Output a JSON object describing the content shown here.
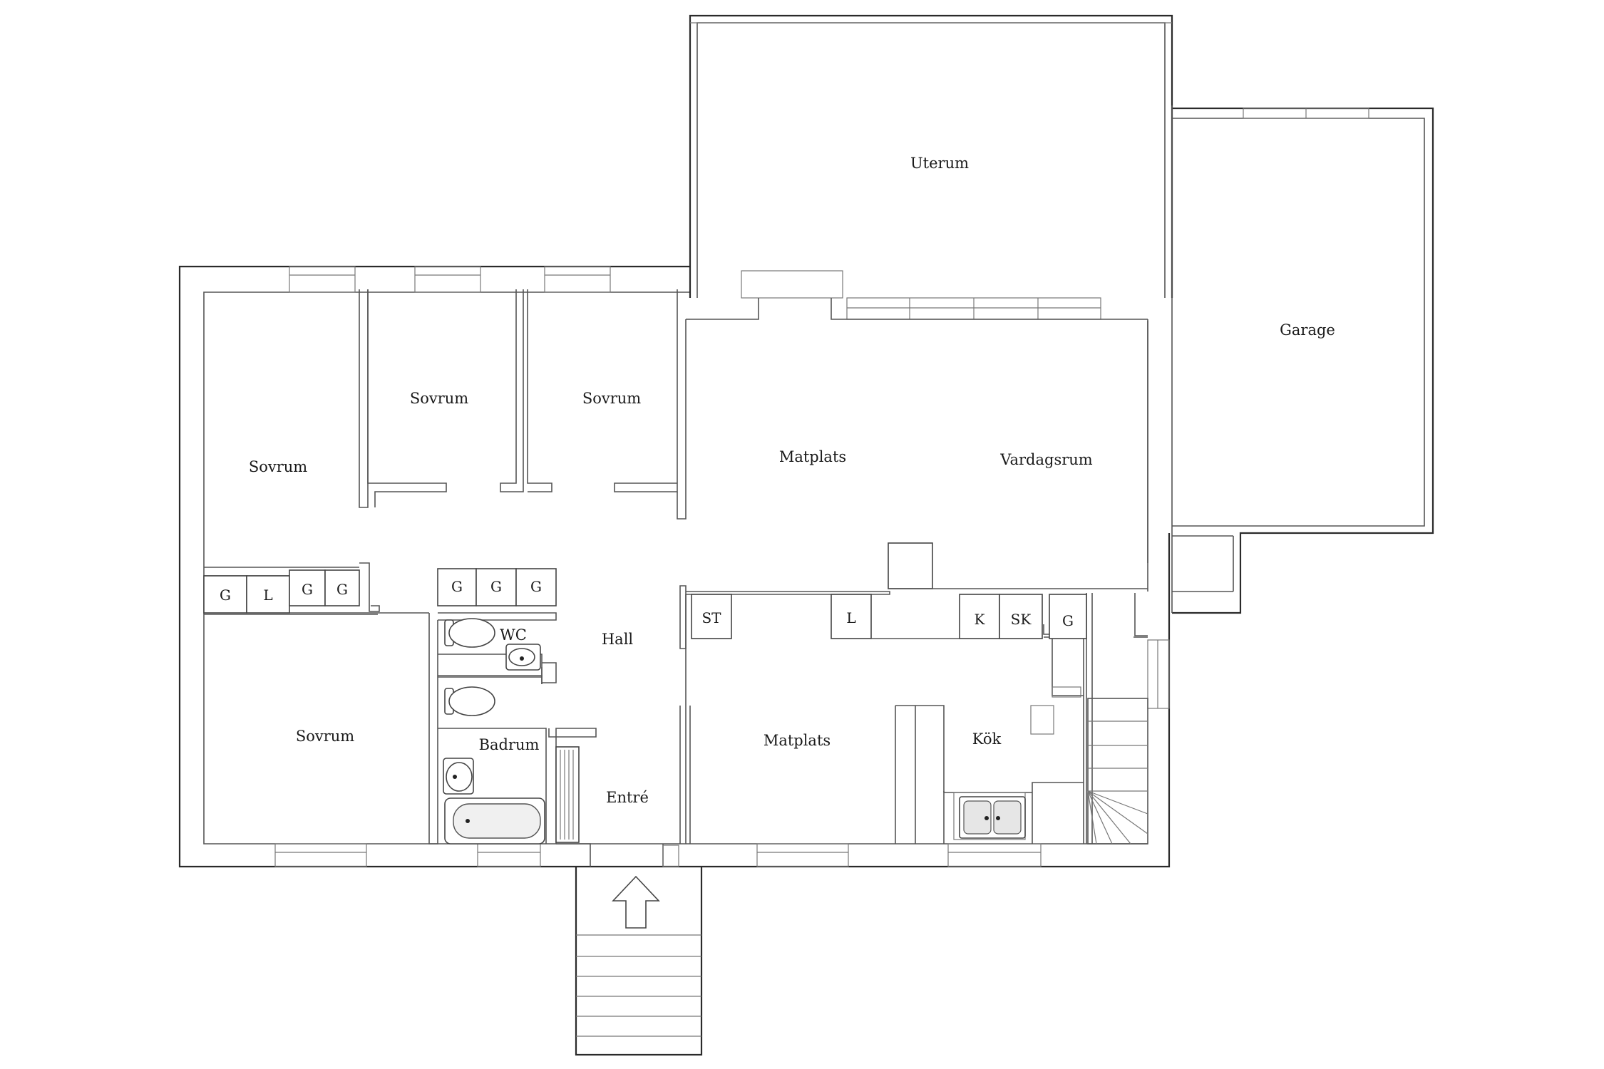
{
  "rooms": {
    "uterum": "Uterum",
    "garage": "Garage",
    "sovrum_top1": "Sovrum",
    "sovrum_top2": "Sovrum",
    "sovrum_left": "Sovrum",
    "sovrum_bottom": "Sovrum",
    "matplats_top": "Matplats",
    "vardagsrum": "Vardagsrum",
    "hall": "Hall",
    "wc": "WC",
    "badrum": "Badrum",
    "entre": "Entré",
    "matplats_bottom": "Matplats",
    "kok": "Kök"
  },
  "fixtures": {
    "wardrobe_a1": "G",
    "wardrobe_a2": "L",
    "wardrobe_a3": "G",
    "wardrobe_a4": "G",
    "wardrobe_b1": "G",
    "wardrobe_b2": "G",
    "wardrobe_b3": "G",
    "st": "ST",
    "l2": "L",
    "k": "K",
    "sk": "SK",
    "g_kitchen": "G"
  },
  "icons": {
    "entrance": "up-arrow-icon"
  }
}
